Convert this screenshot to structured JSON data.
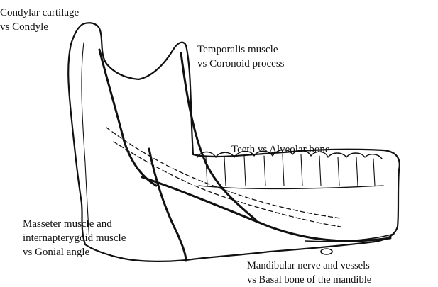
{
  "diagram": {
    "labels": {
      "condylar": [
        "Condylar cartilage",
        "vs Condyle"
      ],
      "temporalis": [
        "Temporalis muscle",
        "vs Coronoid process"
      ],
      "teeth": [
        "Teeth vs Alveolar bone"
      ],
      "masseter": [
        "Masseter muscle and",
        "internapterygoid muscle",
        "vs Gonial angle"
      ],
      "mandibular": [
        "Mandibular nerve and vessels",
        "vs Basal bone of the mandible"
      ]
    },
    "colors": {
      "line": "#111111",
      "background": "#ffffff"
    }
  }
}
